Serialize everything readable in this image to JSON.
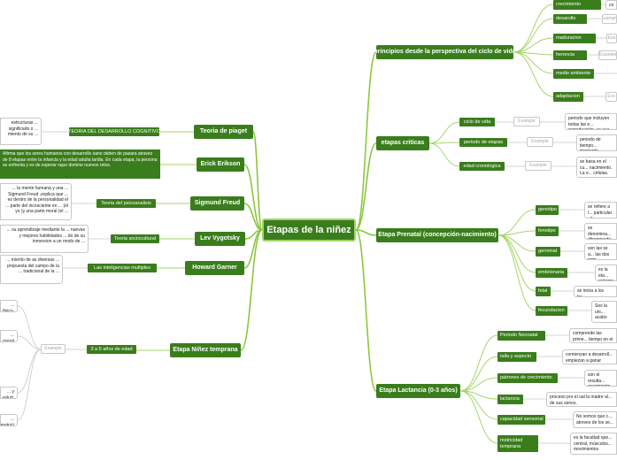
{
  "central": "Etapas de la niñez",
  "right": {
    "principios": {
      "title": "principios desde la perspectiva del ciclo de vida",
      "items": [
        {
          "label": "crecimiento",
          "detail": "co"
        },
        {
          "label": "desarollo",
          "example": "Example"
        },
        {
          "label": "maduracion",
          "example": "Exa"
        },
        {
          "label": "herencia",
          "example": "Example"
        },
        {
          "label": "medio ambiente"
        },
        {
          "label": "adaptacion",
          "example": "Exa"
        }
      ]
    },
    "criticas": {
      "title": "etapas criticas",
      "items": [
        {
          "label": "ciclo de vida",
          "example": "Example",
          "text": "periodo que incluyen todas las e... reproducción, ya sea ani..."
        },
        {
          "label": "periodo de etapas",
          "example": "Example",
          "text": "periodo de tiempo... momento anterior..."
        },
        {
          "label": "edad cronologica",
          "example": "Example",
          "text": "se basa en el cu... nacimiento. La e... células."
        }
      ]
    },
    "prenatal": {
      "title": "Etapa Prenatal (concepción-nacimiento)",
      "items": [
        {
          "label": "genotipo",
          "text": "se refiere a l... particular , e..."
        },
        {
          "label": "fenotipo",
          "text": "se denomina... diterminado..."
        },
        {
          "label": "germinal",
          "text": "son las se a... las dos prim..."
        },
        {
          "label": "embrionaria",
          "text": "es la eta... sistema..."
        },
        {
          "label": "fetal",
          "text": "se inicia a los tre..."
        },
        {
          "label": "fecundacion",
          "text": "Ses la uni... acabo en... proceso..."
        }
      ]
    },
    "lactancia": {
      "title": "Etapa Lactancia (0-3 años)",
      "items": [
        {
          "label": "Periodo Neonatal",
          "text": "comprende las prime... tiempo en el que los..."
        },
        {
          "label": "talla y aspecto",
          "text": "comienzan a desarroll... empiezan a ganar peso..."
        },
        {
          "label": "patrones de crecimiento",
          "text": "son el resulta... crecimiento..."
        },
        {
          "label": "lactancia",
          "text": "proceso por el ual la madre al... de sus senos."
        },
        {
          "label": "capacidad sensorial",
          "text": "No somos que c... atreves de los se..."
        },
        {
          "label": "motricidad temprana",
          "text": "es la facultad que... central, músculos... movimientos"
        }
      ]
    }
  },
  "left": {
    "piaget": {
      "title": "Teoria de piaget",
      "mid": "TEORIA DEL DESARROLLO COGNITIVO",
      "text": "estructuras ... significado o ... miento de su ..."
    },
    "erikson": {
      "title": "Erick Erikson",
      "text": "Afirma que los seres humanos con desarrollo sano deben de pasara atravez de 8 etapas entre la infancia y la edad adulta tardia. En cada etapa, la persona se enfrenta y es de esperar sque domine nuevos retos."
    },
    "freud": {
      "title": "Sigmund Freud",
      "mid": "Teoria del psicoanalisis",
      "text": "... la mente humana y una ... Sigmund Freud ,explica que ... es dentro de la personalidad el ... parte del incosciente en ... (el yo )y una parte moral (el ..."
    },
    "vygotsky": {
      "title": "Lev Vygotsky",
      "mid": "Teoria sociocultural",
      "text": "... su aprendizaje mediante la ... nuevas y mejores habilidades ... do de su inmersion a un modo de ..."
    },
    "garner": {
      "title": "Howard Garner",
      "mid": "Las inteligencias multiples",
      "text": "... miento de as diversas ... propuesta del campo de la ... tradicional de la ..."
    },
    "temprana": {
      "title": "Etapa Niñez temprana",
      "mid": "3 a 6 años de edad",
      "example": "Example",
      "items": [
        "... fisico.",
        "... rporal .",
        "... y salud.",
        "... motriz)"
      ]
    }
  }
}
